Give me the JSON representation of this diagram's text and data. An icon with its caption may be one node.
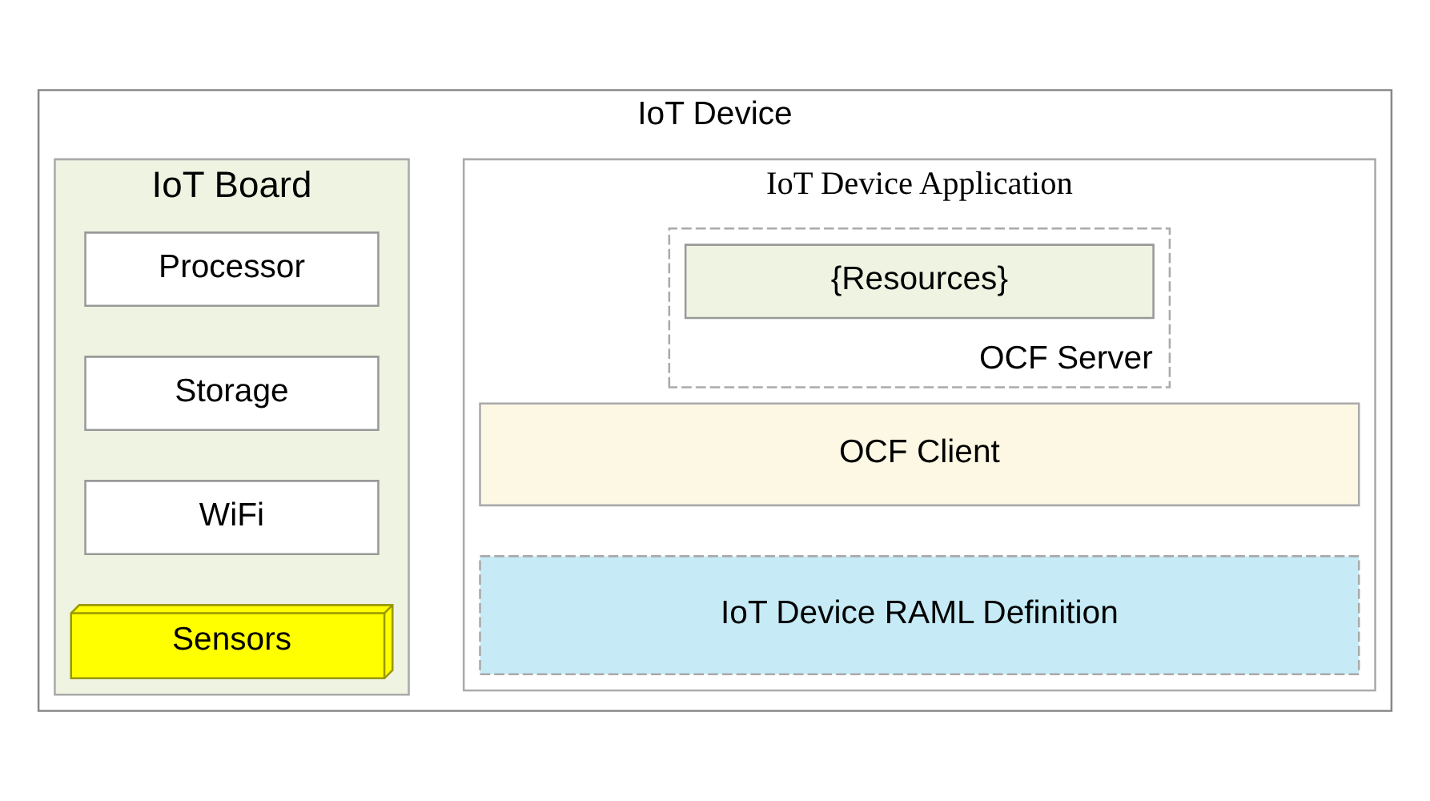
{
  "diagram": {
    "nodes": [
      {
        "text": [
          "IoT Device"
        ]
      },
      {
        "text": [
          "IoT Board"
        ],
        "in": 0
      },
      {
        "text": [
          "Processor"
        ],
        "in": 1
      },
      {
        "text": [
          "Storage"
        ],
        "in": 1
      },
      {
        "text": [
          "WiFi"
        ],
        "in": 1
      },
      {
        "text": [
          "Sensors"
        ],
        "in": 1
      },
      {
        "text": [
          "IoT Device Application"
        ],
        "in": 0
      },
      {
        "text": [
          "OCF Server"
        ],
        "in": 6
      },
      {
        "text": [
          "{Resources}"
        ],
        "in": 7
      },
      {
        "text": [
          "OCF Client"
        ],
        "in": 6
      },
      {
        "text": [
          "IoT Device RAML Definition"
        ],
        "in": 6
      }
    ]
  }
}
